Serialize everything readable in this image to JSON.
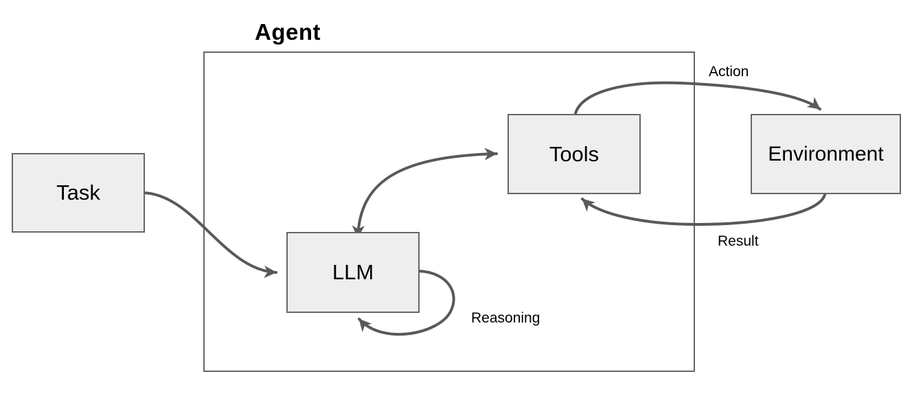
{
  "diagram": {
    "title": "Agent",
    "nodes": [
      {
        "id": "task",
        "label": "Task"
      },
      {
        "id": "llm",
        "label": "LLM"
      },
      {
        "id": "tools",
        "label": "Tools"
      },
      {
        "id": "environment",
        "label": "Environment"
      }
    ],
    "edges": [
      {
        "from": "task",
        "to": "llm",
        "label": ""
      },
      {
        "from": "llm",
        "to": "tools",
        "label": "",
        "bidirectional": true
      },
      {
        "from": "llm",
        "to": "llm",
        "label": "Reasoning"
      },
      {
        "from": "tools",
        "to": "environment",
        "label": "Action"
      },
      {
        "from": "environment",
        "to": "tools",
        "label": "Result"
      }
    ],
    "colors": {
      "node_fill": "#eeeeee",
      "node_border": "#666666",
      "container_border": "#666666",
      "arrow": "#595959",
      "text": "#000000",
      "background": "#ffffff"
    }
  }
}
